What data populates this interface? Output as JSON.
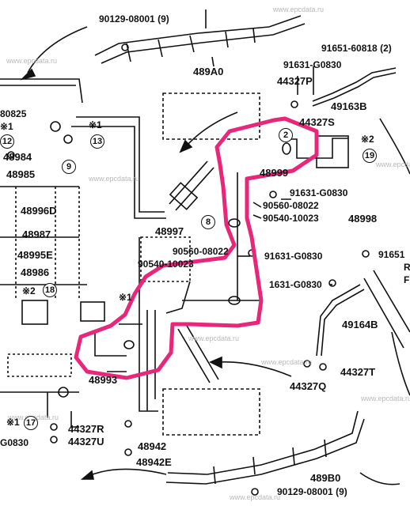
{
  "watermark": "www.epcdata.ru",
  "accent_color": "#e8267a",
  "labels": {
    "p90129_top": "90129-08001 (9)",
    "p91651_top": "91651-60818 (2)",
    "p489A0": "489A0",
    "p91631_a": "91631-G0830",
    "p44327P": "44327P",
    "p49163B": "49163B",
    "p44327S": "44327S",
    "p80825": "80825",
    "p48984": "48984",
    "p48985": "48985",
    "p48996D": "48996D",
    "p48987": "48987",
    "p48995E": "48995E",
    "p48986": "48986",
    "p48999": "48999",
    "p91631_b": "91631-G0830",
    "p90560_a": "90560-08022",
    "p90540_a": "90540-10023",
    "p48998": "48998",
    "p48997": "48997",
    "p90560_b": "90560-08022",
    "p90540_b": "90540-10023",
    "p91631_c": "91631-G0830",
    "p91651_right": "91651",
    "p1631": "1631-G0830",
    "p49164B": "49164B",
    "p44327T": "44327T",
    "p44327Q": "44327Q",
    "p48993": "48993",
    "p44327R": "44327R",
    "p44327U": "44327U",
    "p48942": "48942",
    "p48942E": "48942E",
    "p0830": "G0830",
    "p489B0": "489B0",
    "p90129_bot": "90129-08001 (9)",
    "p_edge_R": "R",
    "p_edge_F": "F"
  },
  "markers": {
    "m1a": "※1",
    "m1b": "※1",
    "m1c": "※1",
    "m1d": "※1",
    "m2a": "※2",
    "m2b": "※2"
  },
  "circles": {
    "c12": "12",
    "c13": "13",
    "c9": "9",
    "c8": "8",
    "c2": "2",
    "c19": "19",
    "c18": "18",
    "c17": "17"
  }
}
